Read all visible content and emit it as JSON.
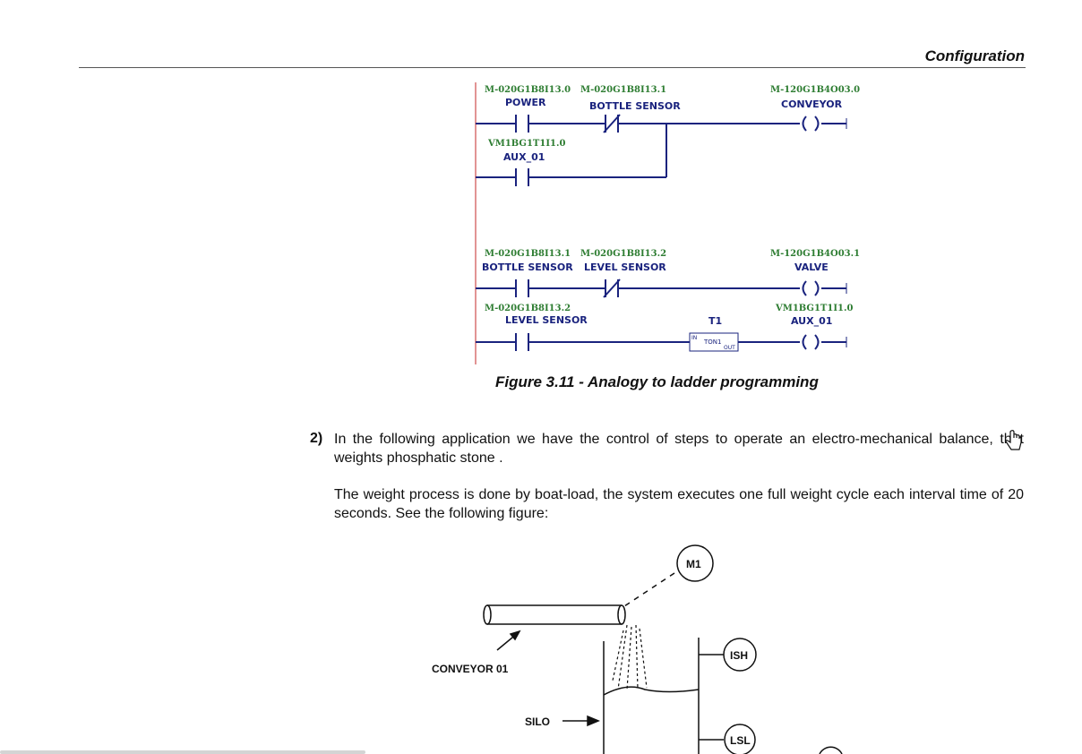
{
  "header": {
    "title": "Configuration"
  },
  "ladder": {
    "rung1": {
      "power": {
        "address": "M-020G1B8I13.0",
        "label": "POWER"
      },
      "bottle_sensor": {
        "address": "M-020G1B8I13.1",
        "label": "BOTTLE SENSOR"
      },
      "conveyor": {
        "address": "M-120G1B4O03.0",
        "label": "CONVEYOR"
      },
      "aux": {
        "address": "VM1BG1T1I1.0",
        "label": "AUX_01"
      }
    },
    "rung2": {
      "bottle_sensor": {
        "address": "M-020G1B8I13.1",
        "label": "BOTTLE SENSOR"
      },
      "level_sensor": {
        "address": "M-020G1B8I13.2",
        "label": "LEVEL SENSOR"
      },
      "valve": {
        "address": "M-120G1B4O03.1",
        "label": "VALVE"
      }
    },
    "rung3": {
      "level_sensor": {
        "address": "M-020G1B8I13.2",
        "label": "LEVEL SENSOR"
      },
      "timer": {
        "label": "T1",
        "block": "TON1",
        "in": "IN",
        "out": "OUT"
      },
      "aux": {
        "address": "VM1BG1T1I1.0",
        "label": "AUX_01"
      }
    }
  },
  "figure_caption": "Figure 3.11 - Analogy to ladder programming",
  "item": {
    "number": "2)",
    "para1": "In the following application we have the control of steps to operate an electro-mechanical balance, that weights phosphatic stone .",
    "para2": "The weight process is done by boat-load, the system executes one full weight cycle each interval time of 20 seconds. See the following figure:"
  },
  "diagram": {
    "motor": "M1",
    "conveyor": "CONVEYOR 01",
    "silo": "SILO",
    "ish": "ISH",
    "lsl": "LSL"
  },
  "colors": {
    "address": "#2e7d32",
    "label": "#1a237e",
    "rail": "#c62828",
    "wire": "#1a237e"
  }
}
